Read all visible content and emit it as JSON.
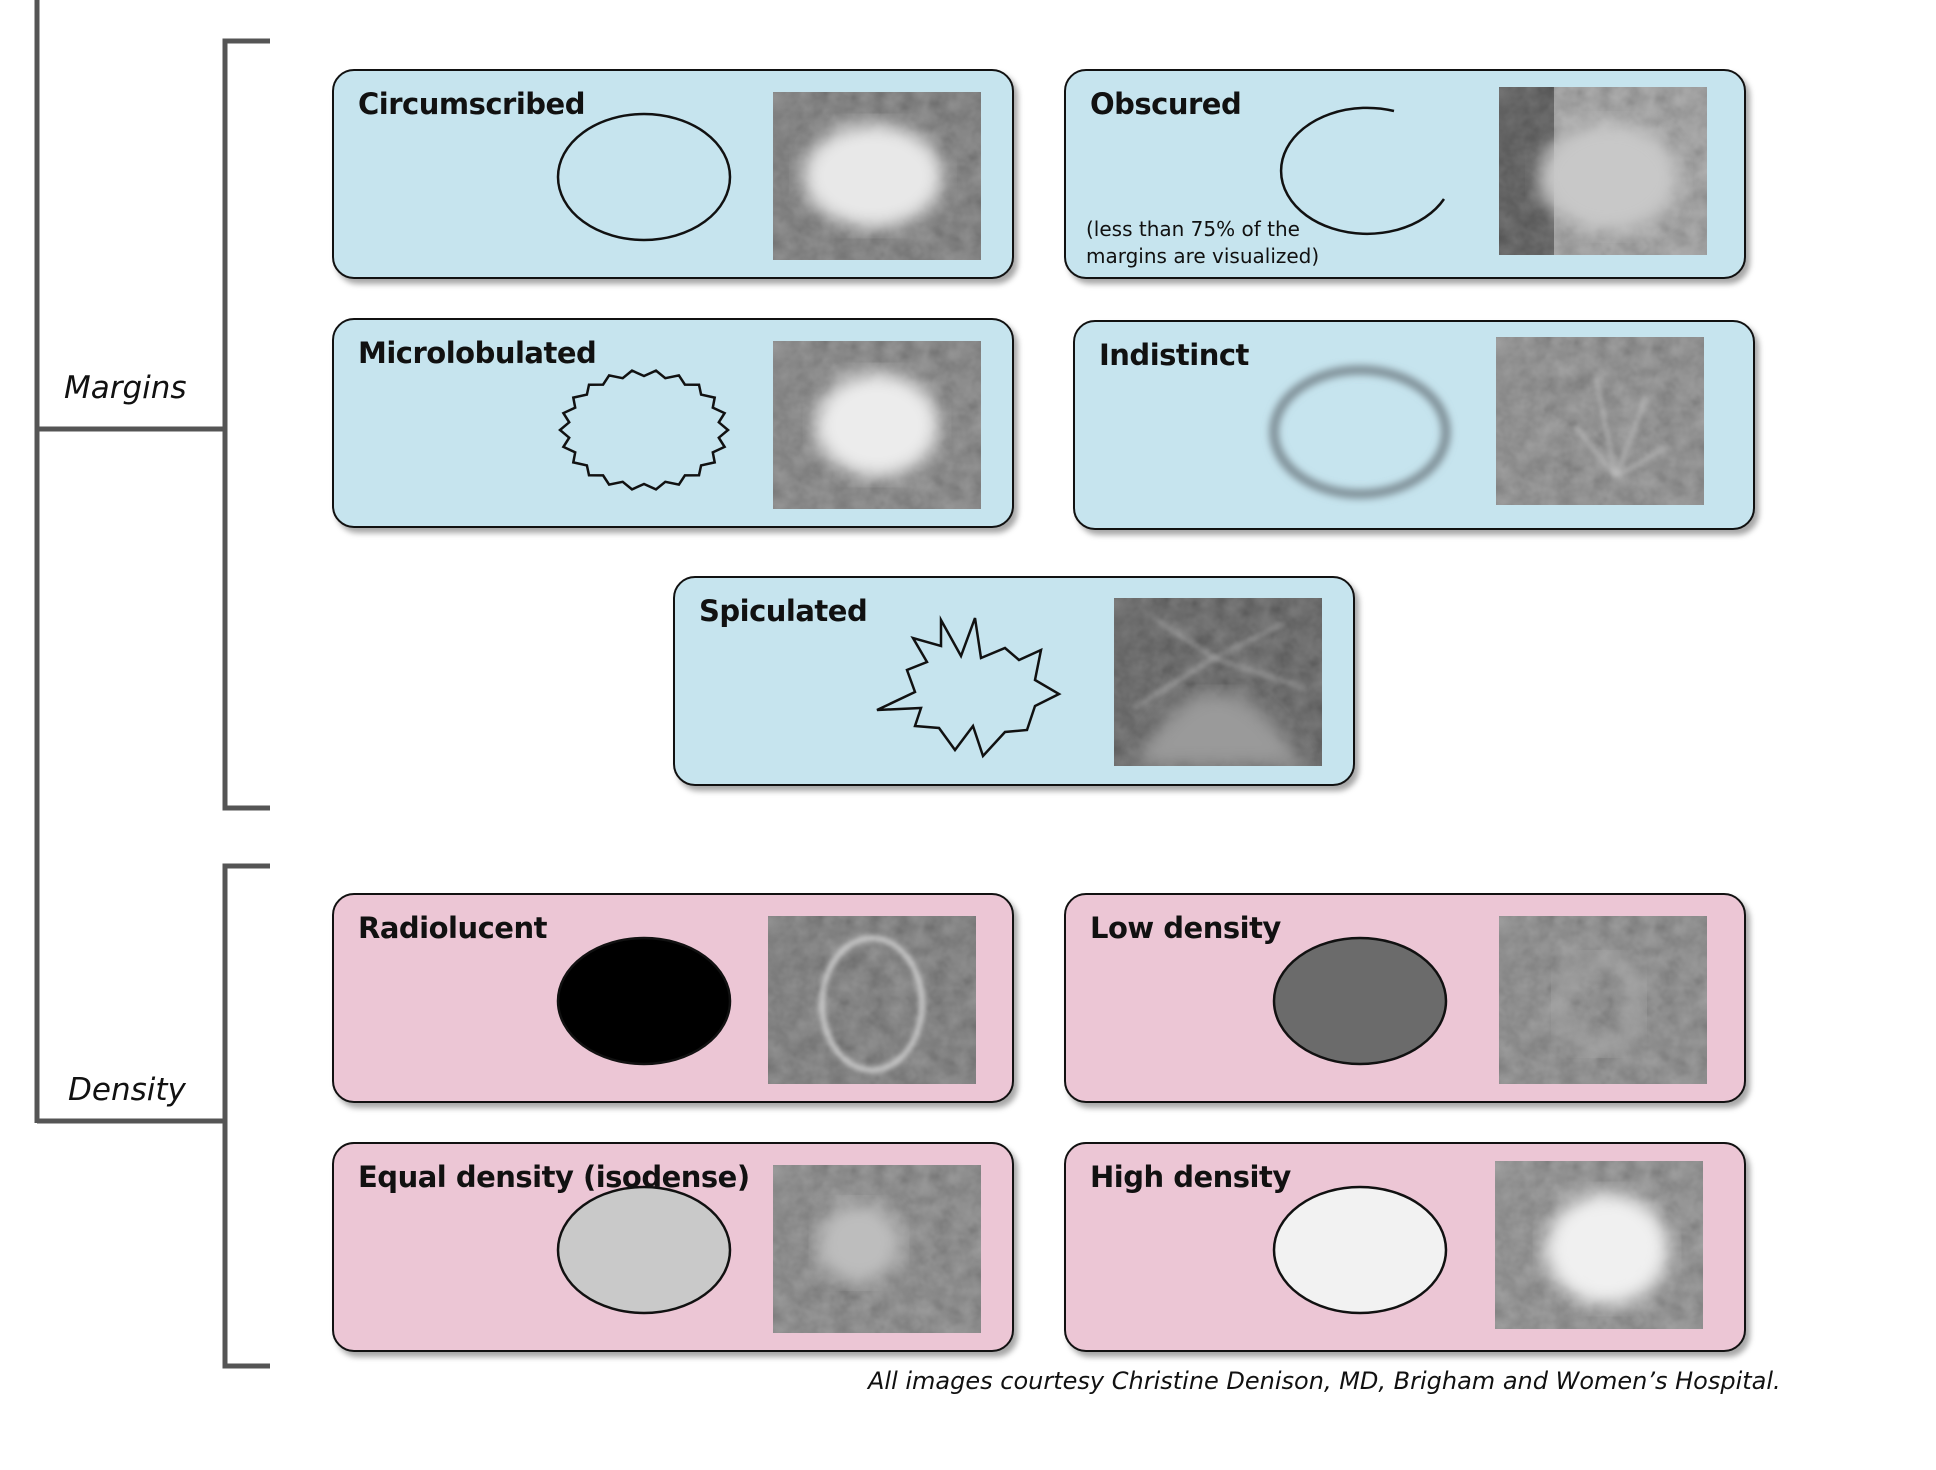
{
  "sections": {
    "margins_label": "Margins",
    "density_label": "Density"
  },
  "colors": {
    "margins_card": "#c6e4ee",
    "density_card": "#ecc6d5",
    "bracket": "#555555"
  },
  "margins": [
    {
      "title": "Circumscribed",
      "shape": "ellipse",
      "photo": "circumscribed-mass"
    },
    {
      "title": "Obscured",
      "note": "(less than 75% of the margins are visualized)",
      "shape": "partial-ellipse",
      "photo": "obscured-mass"
    },
    {
      "title": "Microlobulated",
      "shape": "wavy-ellipse",
      "photo": "microlobulated-mass"
    },
    {
      "title": "Indistinct",
      "shape": "blurred-ellipse",
      "photo": "indistinct-mass"
    },
    {
      "title": "Spiculated",
      "shape": "spiky-star",
      "photo": "spiculated-mass"
    }
  ],
  "density": [
    {
      "title": "Radiolucent",
      "fill": "#000000",
      "photo": "radiolucent-mass"
    },
    {
      "title": "Low density",
      "fill": "#6b6b6b",
      "photo": "low-density-mass"
    },
    {
      "title": "Equal density (isodense)",
      "fill": "#c9c9c9",
      "photo": "isodense-mass"
    },
    {
      "title": "High density",
      "fill": "#f2f2f2",
      "photo": "high-density-mass"
    }
  ],
  "credit": "All images courtesy Christine Denison, MD, Brigham and Women’s Hospital."
}
